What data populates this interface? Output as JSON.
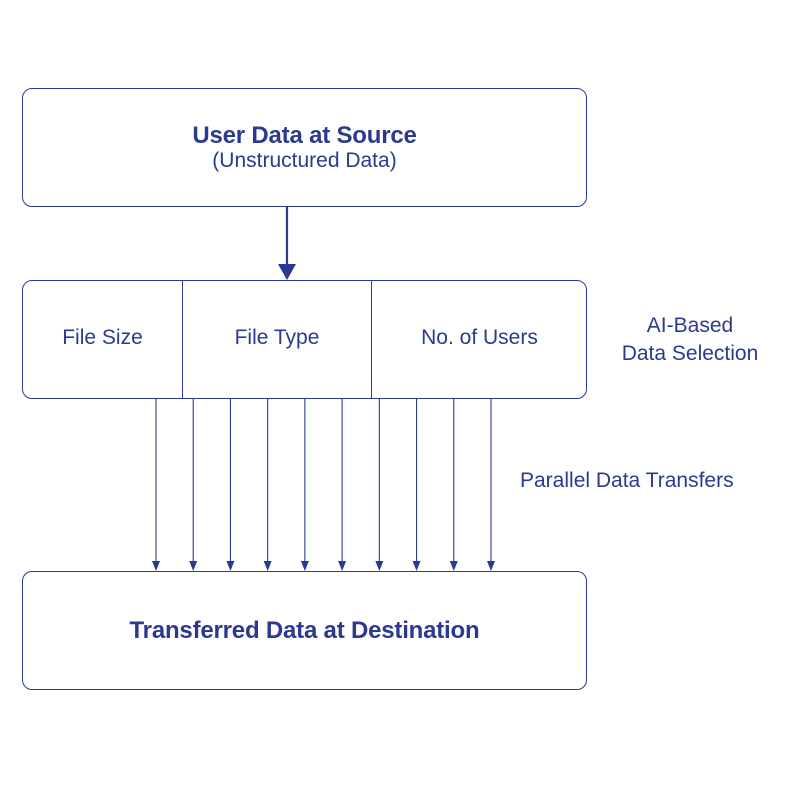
{
  "source": {
    "title": "User Data at Source",
    "subtitle": "(Unstructured Data)"
  },
  "selection": {
    "criteria": [
      "File Size",
      "File Type",
      "No. of Users"
    ],
    "side_label_line1": "AI-Based",
    "side_label_line2": "Data Selection"
  },
  "transfers": {
    "label": "Parallel Data Transfers",
    "arrow_count": 10
  },
  "destination": {
    "title": "Transferred Data at Destination"
  },
  "colors": {
    "primary": "#2b3990",
    "background": "#ffffff"
  }
}
